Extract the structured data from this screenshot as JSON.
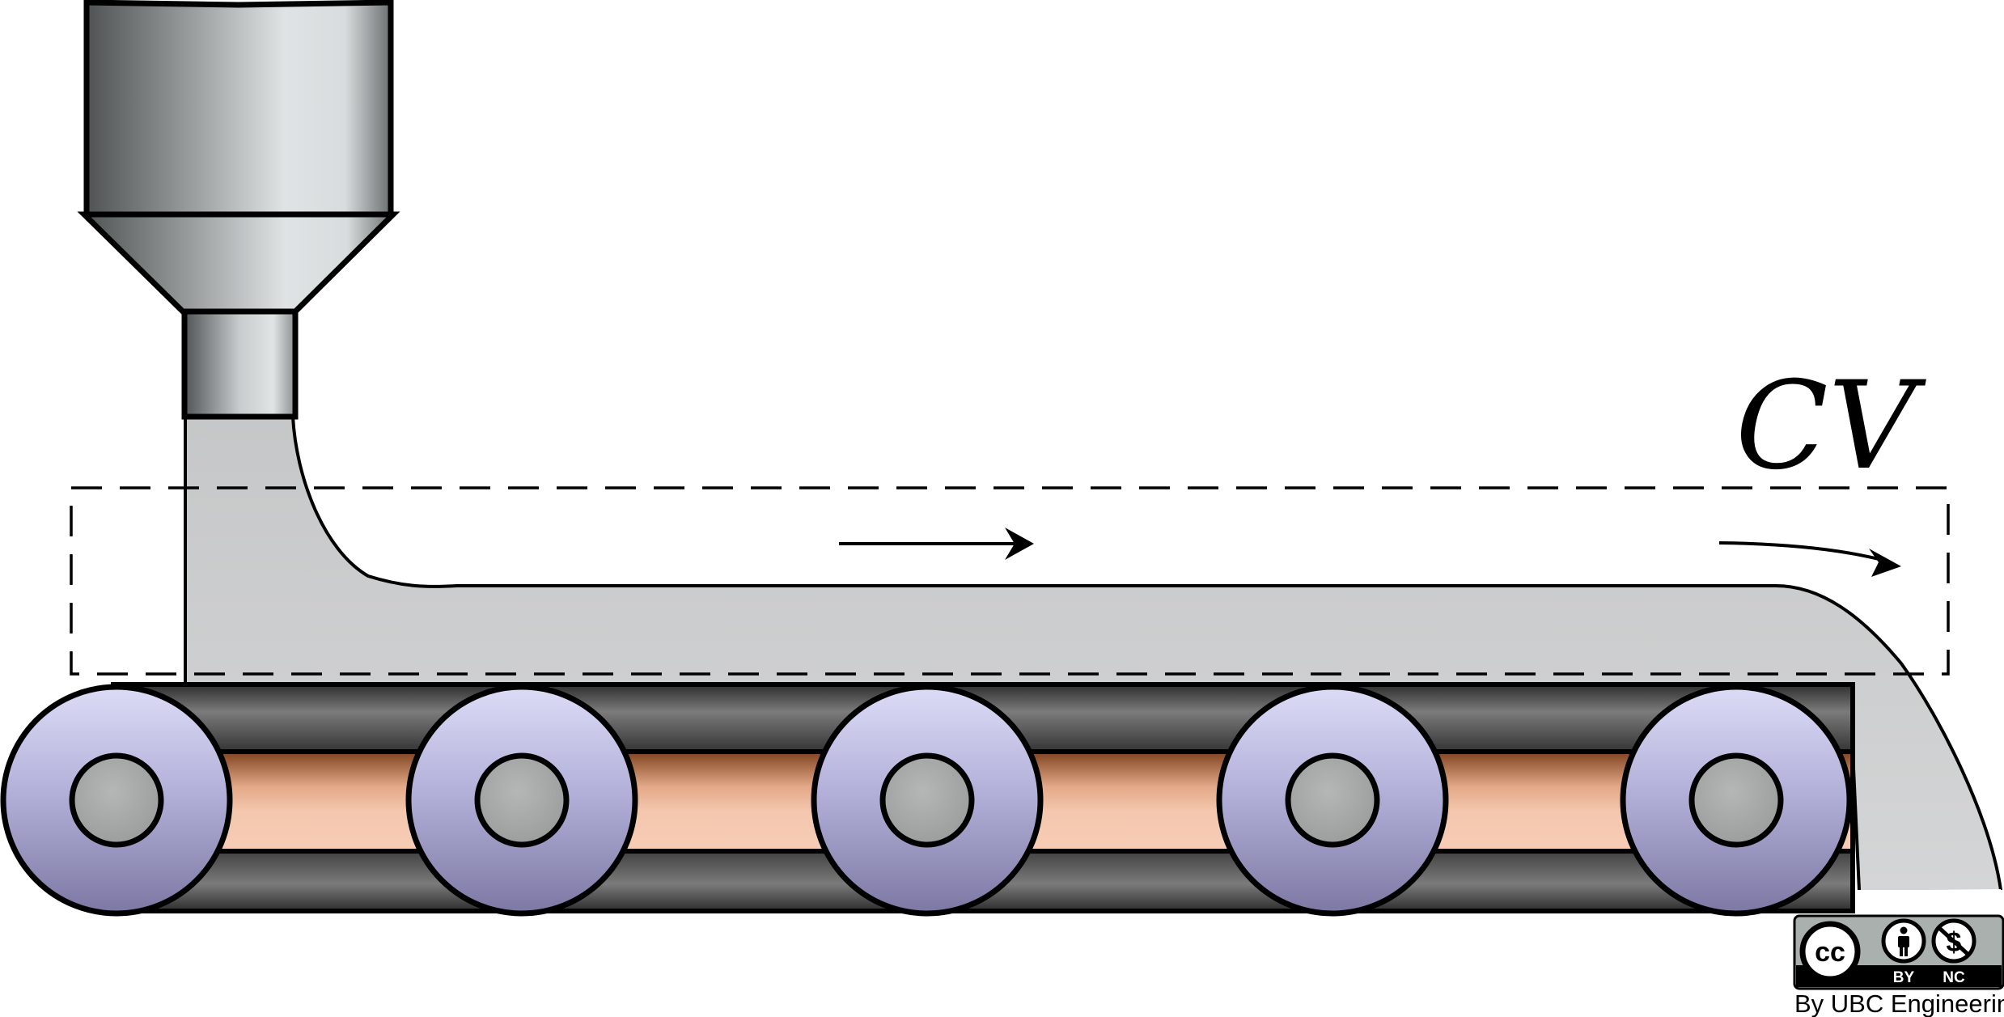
{
  "diagram": {
    "control_volume_label": "CV",
    "flow_direction_icon": "arrow-right-icon",
    "exit_direction_icon": "curved-arrow-right-icon"
  },
  "license": {
    "by_label": "BY",
    "nc_label": "NC",
    "cc_label": "cc",
    "credit": "By UBC Engineering"
  },
  "colors": {
    "material_fill": "#c9cacb",
    "roller_top": "#d8d8f4",
    "roller_bottom": "#7f7ba6",
    "roller_hub": "#a8aaa9",
    "belt_band": "#f2c4ab",
    "belt_band_dark": "#8a4a23",
    "belt_body": "#3b3b3b",
    "hopper_light": "#dfe3e4",
    "hopper_dark": "#4f5354"
  }
}
